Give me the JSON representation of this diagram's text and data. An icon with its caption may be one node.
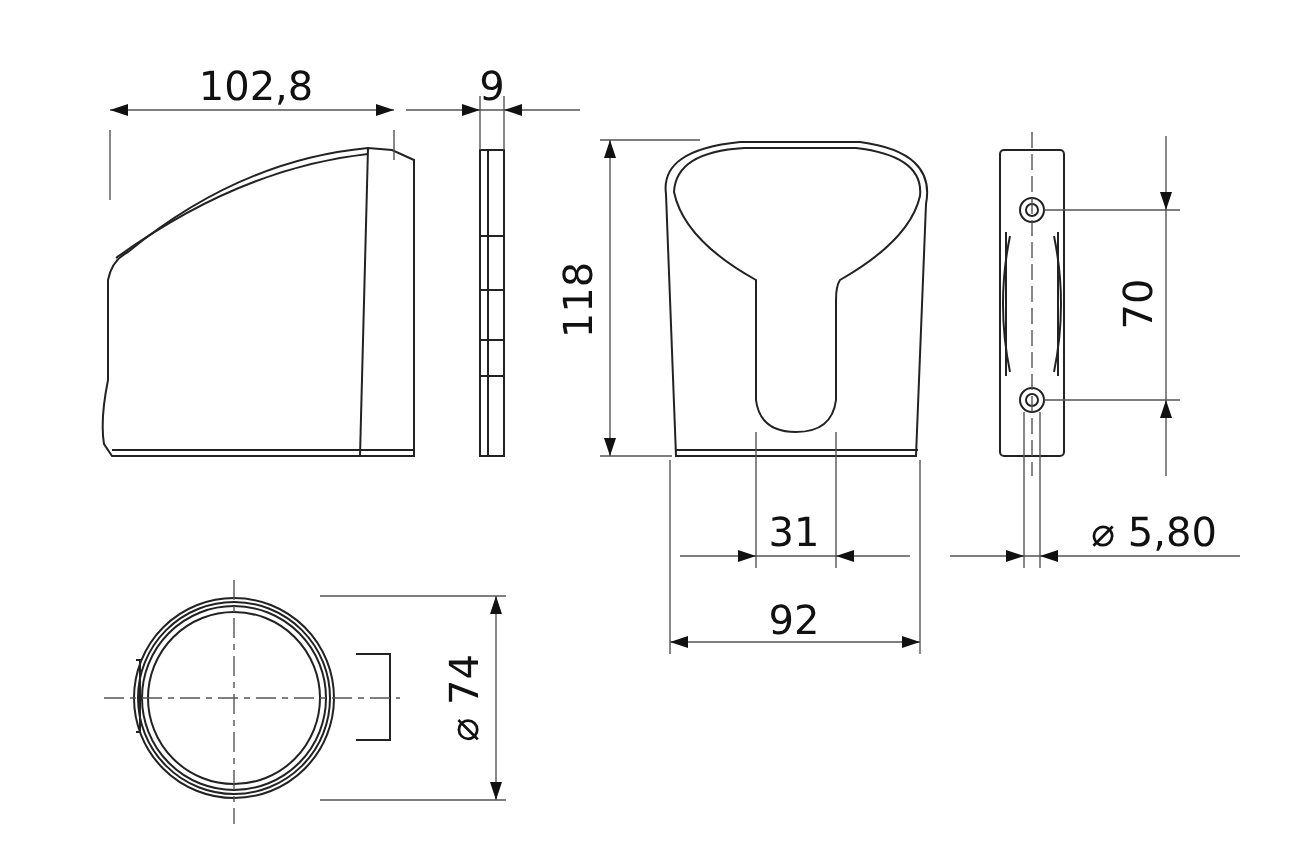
{
  "diagram": {
    "labels": [
      "102,8",
      "9",
      "118",
      "70",
      "31",
      "⌀ 5,80",
      "92",
      "⌀ 74"
    ]
  }
}
